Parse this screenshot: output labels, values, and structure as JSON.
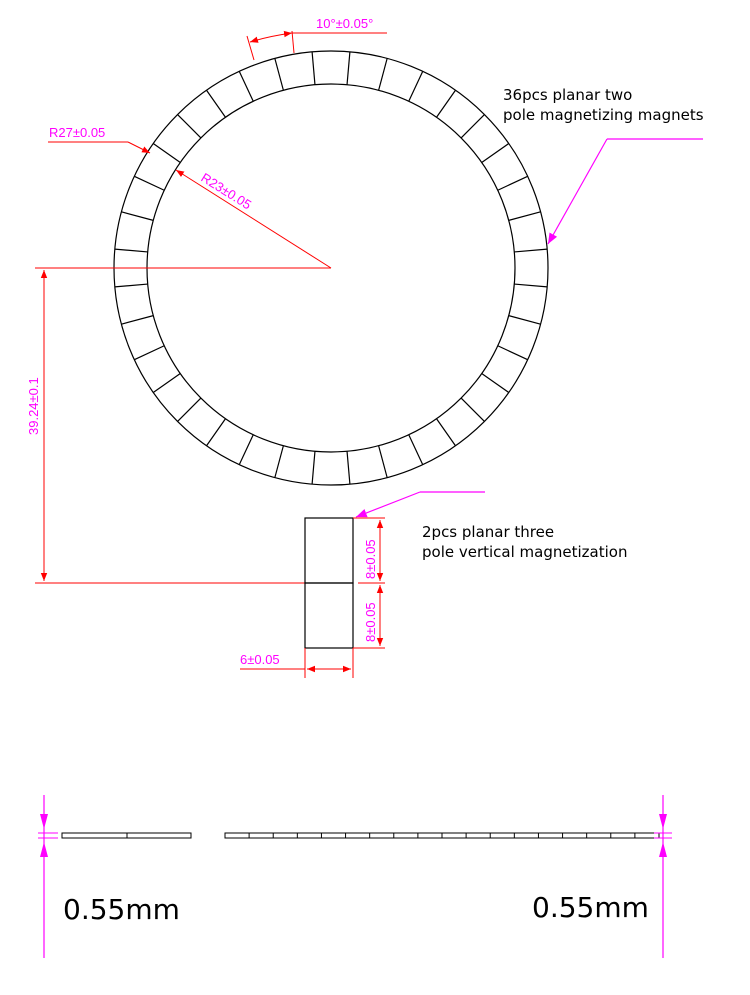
{
  "colors": {
    "ink": "#000000",
    "dimension": "#ff0000",
    "dimension_text": "#ff00ff",
    "leader": "#ff00ff"
  },
  "ring": {
    "segment_count": 36
  },
  "dimensions": {
    "segment_angle": "10°±0.05°",
    "outer_radius": "R27±0.05",
    "inner_radius": "R23±0.05",
    "vertical_offset": "39.24±0.1",
    "block_height_top": "8±0.05",
    "block_height_bottom": "8±0.05",
    "block_width": "6±0.05"
  },
  "notes": {
    "ring_line1": "36pcs planar two",
    "ring_line2": "pole magnetizing magnets",
    "block_line1": "2pcs planar three",
    "block_line2": "pole vertical magnetization"
  },
  "thickness": {
    "left": "0.55mm",
    "right": "0.55mm"
  }
}
